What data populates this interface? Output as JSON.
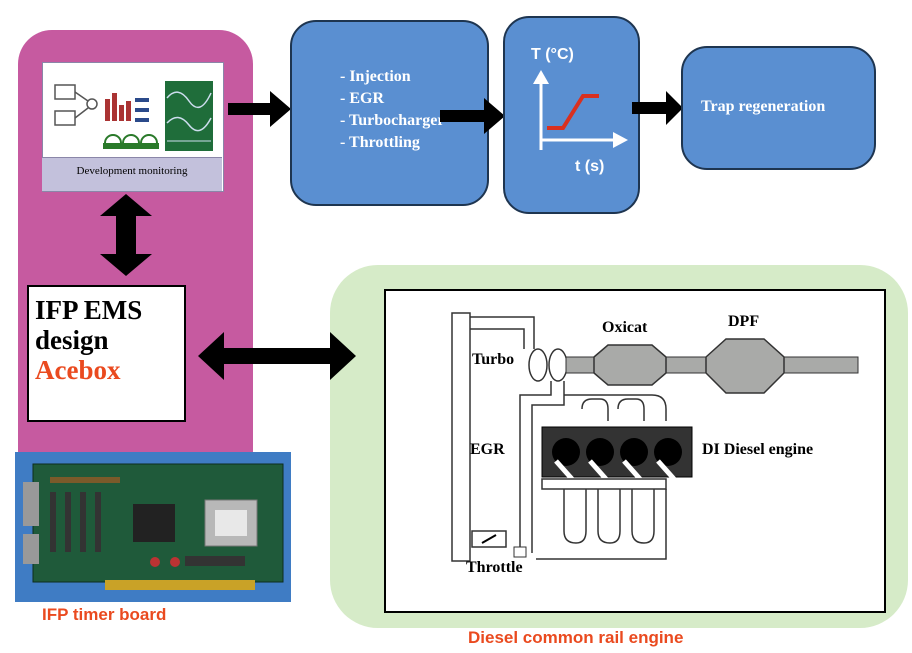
{
  "monitor": {
    "caption": "Development monitoring"
  },
  "params_box": {
    "items": [
      "- Injection",
      "- EGR",
      "- Turbocharger",
      "- Throttling"
    ]
  },
  "temp_box": {
    "y_label": "T (°C)",
    "x_label": "t (s)"
  },
  "trap_box": {
    "label": "Trap regeneration"
  },
  "ems_box": {
    "line1": "IFP EMS",
    "line2": "design",
    "line3": "Acebox"
  },
  "timer_board": {
    "label": "IFP  timer board"
  },
  "engine": {
    "title": "Diesel common rail engine",
    "labels": {
      "turbo": "Turbo",
      "oxicat": "Oxicat",
      "dpf": "DPF",
      "egr": "EGR",
      "engine": "DI Diesel engine",
      "throttle": "Throttle"
    }
  },
  "colors": {
    "pink_panel": "#c65aa0",
    "green_panel": "#d6ebc8",
    "blue_box": "#5a8fd1",
    "orange_text": "#ea4a1f",
    "red_curve": "#d9301f"
  }
}
